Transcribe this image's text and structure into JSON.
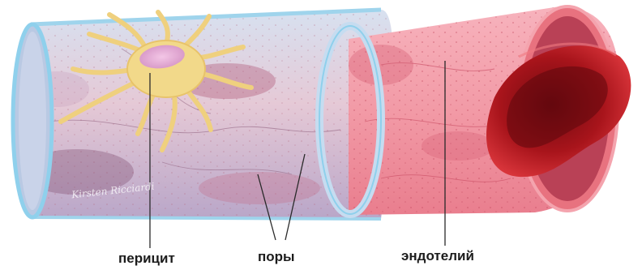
{
  "labels": {
    "pericyte": "перицит",
    "pores": "поры",
    "endothelium": "эндотелий"
  },
  "signature": "Kirsten Ricciardi",
  "colors": {
    "outer_wall": "#c9d8ec",
    "outer_rim": "#8fd0ec",
    "endothelium_pink": "#f08a96",
    "endothelium_dark": "#d9566a",
    "pericyte_body": "#f2d98a",
    "pericyte_nucleus": "#e6a5d2",
    "red_cell": "#b3151c",
    "pointer_line": "#2a2a2a"
  }
}
